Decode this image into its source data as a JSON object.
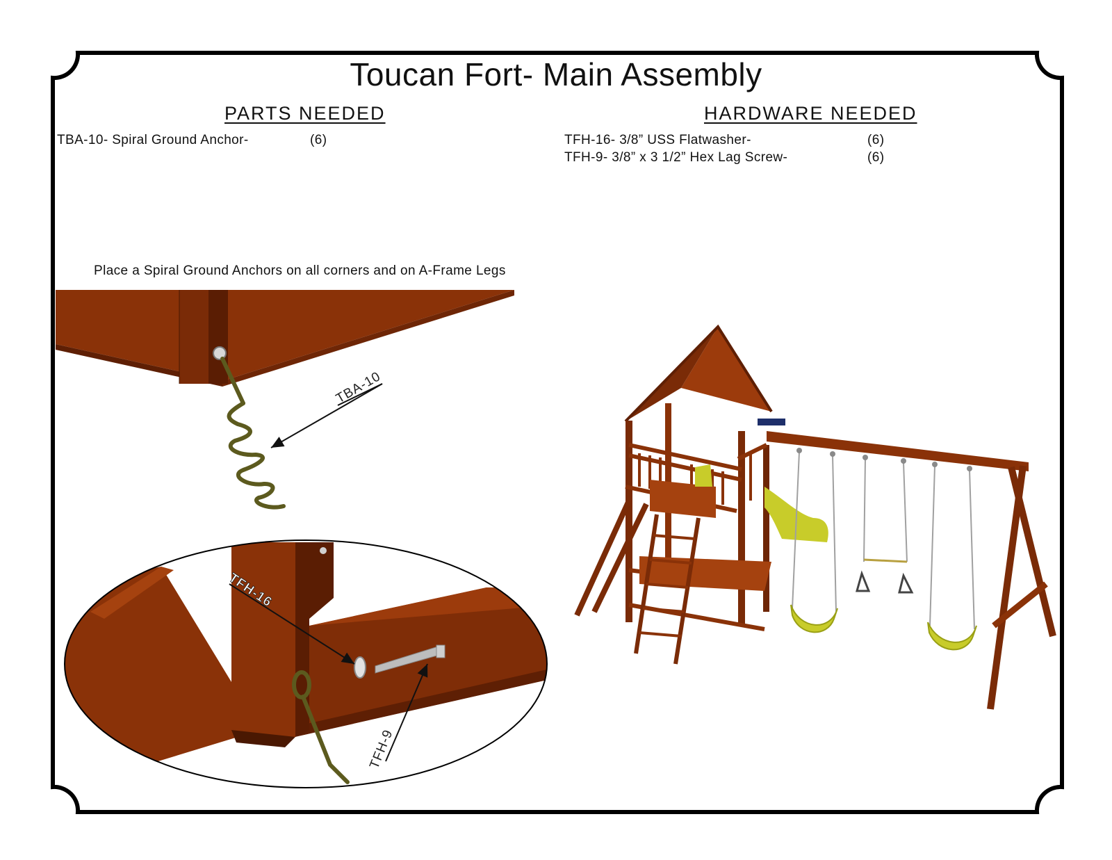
{
  "title": "Toucan Fort- Main Assembly",
  "parts": {
    "heading": "PARTS NEEDED",
    "items": [
      {
        "label": "TBA-10- Spiral Ground Anchor-",
        "qty": "(6)"
      }
    ]
  },
  "hardware": {
    "heading": "HARDWARE NEEDED",
    "items": [
      {
        "label": "TFH-16- 3/8” USS Flatwasher-",
        "qty": "(6)"
      },
      {
        "label": "TFH-9- 3/8” x 3 1/2” Hex Lag Screw-",
        "qty": "(6)"
      }
    ]
  },
  "instruction": "Place a Spiral Ground Anchors on all corners and on A-Frame Legs",
  "callouts": {
    "anchor": "TBA-10",
    "washer": "TFH-16",
    "screw": "TFH-9"
  },
  "colors": {
    "wood": "#8a3208",
    "wood_dark": "#5e1f04",
    "wood_light": "#a5420f",
    "anchor": "#5c5a1e",
    "slide": "#c8cc2a",
    "frame": "#000000"
  }
}
